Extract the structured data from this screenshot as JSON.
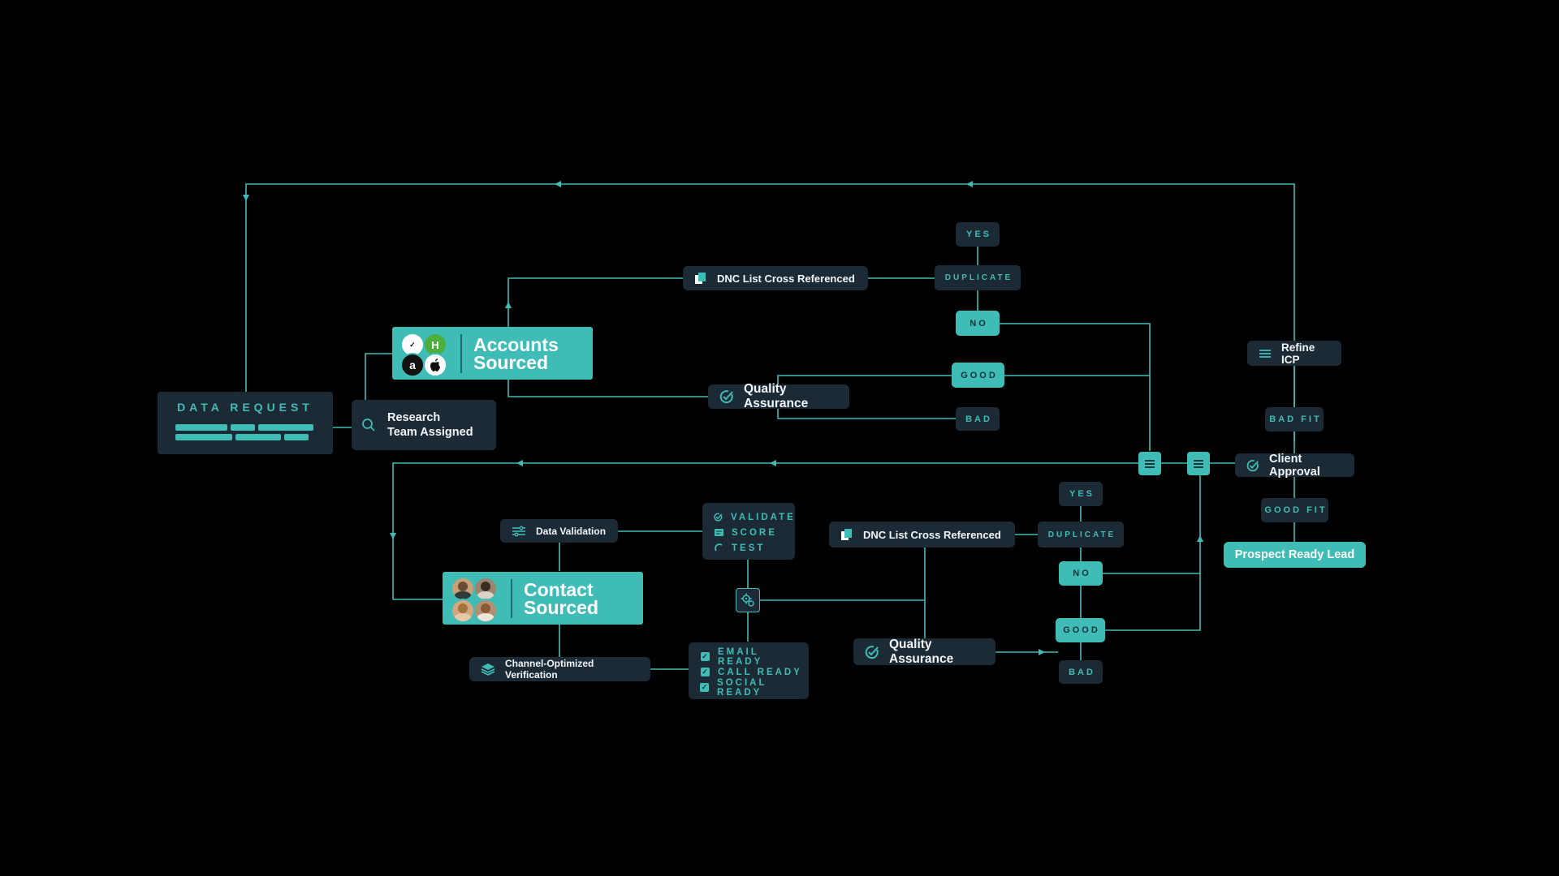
{
  "data_request": {
    "label": "DATA REQUEST"
  },
  "research": {
    "line1": "Research",
    "line2": "Team Assigned"
  },
  "accounts_sourced": {
    "line1": "Accounts",
    "line2": "Sourced",
    "logos": [
      "H",
      "a"
    ]
  },
  "contact_sourced": {
    "line1": "Contact",
    "line2": "Sourced"
  },
  "top": {
    "dnc": "DNC List Cross Referenced",
    "duplicate": "DUPLICATE",
    "yes": "YES",
    "no": "NO",
    "qa": "Quality Assurance",
    "good": "GOOD",
    "bad": "BAD"
  },
  "bottom": {
    "dnc": "DNC List Cross Referenced",
    "duplicate": "DUPLICATE",
    "yes": "YES",
    "no": "NO",
    "qa": "Quality Assurance",
    "good": "GOOD",
    "bad": "BAD"
  },
  "data_validation": {
    "label": "Data Validation",
    "items": [
      "VALIDATE",
      "SCORE",
      "TEST"
    ]
  },
  "channel": {
    "label": "Channel-Optimized Verification",
    "items": [
      "EMAIL READY",
      "CALL READY",
      "SOCIAL READY"
    ]
  },
  "right": {
    "refine_icp": "Refine ICP",
    "bad_fit": "BAD FIT",
    "client_approval": "Client Approval",
    "good_fit": "GOOD FIT",
    "prospect_ready": "Prospect Ready Lead"
  },
  "colors": {
    "accent": "#3fbcb6",
    "node_bg": "#1c2a36",
    "background": "#000000"
  }
}
